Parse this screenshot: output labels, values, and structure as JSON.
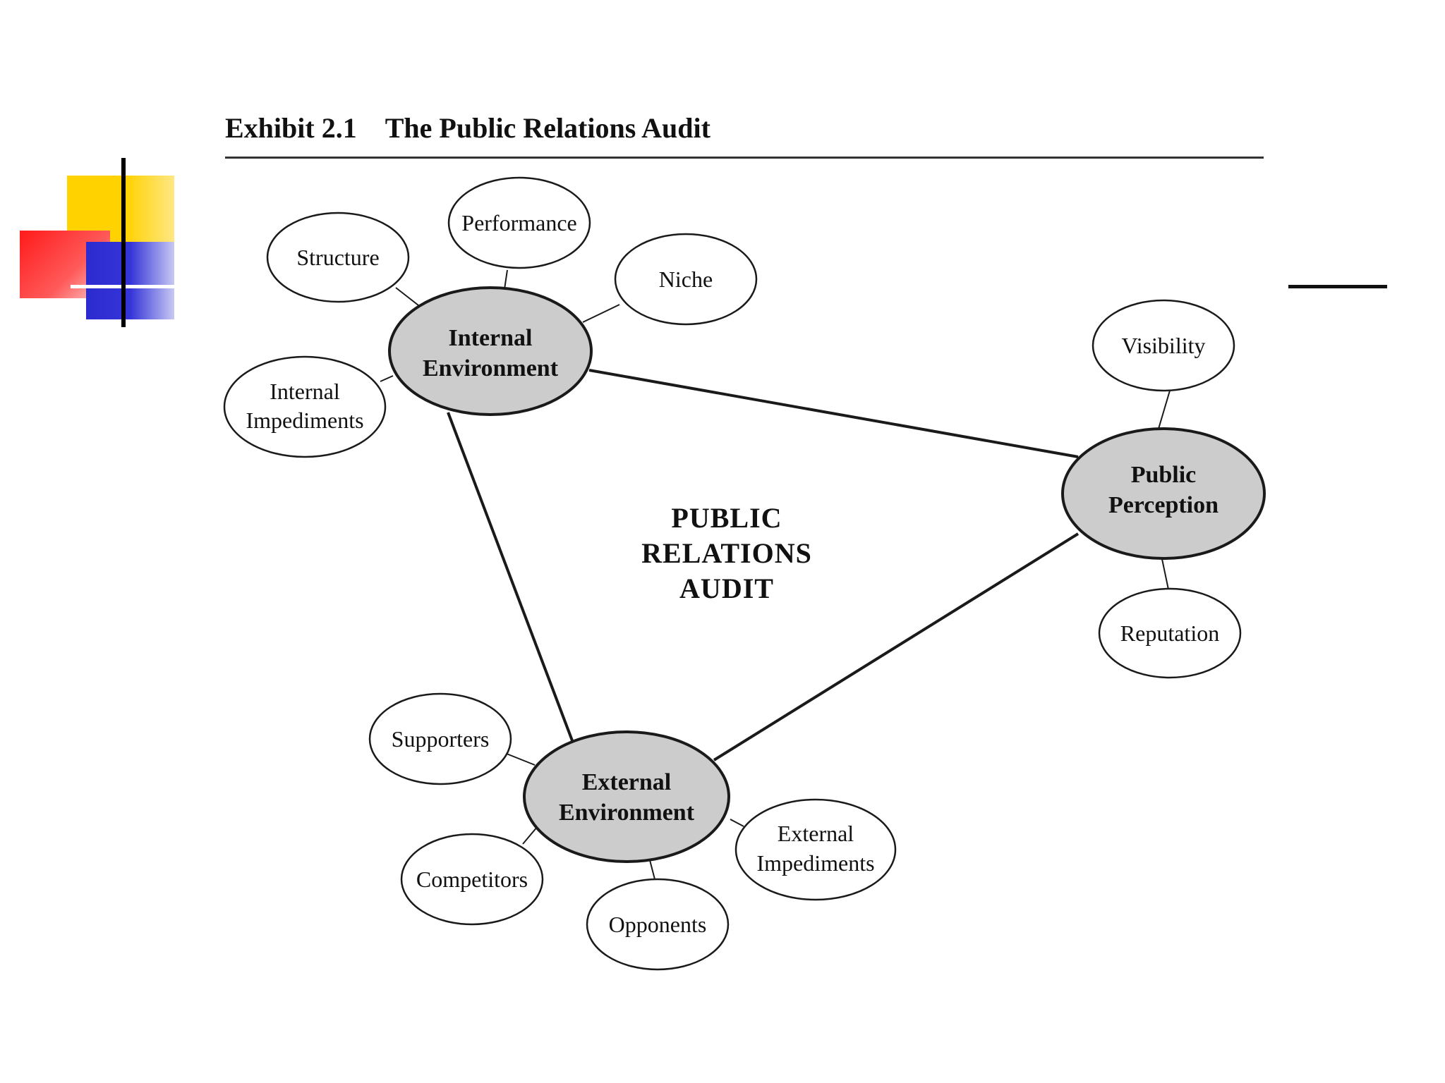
{
  "exhibit": {
    "number": "Exhibit 2.1",
    "title": "The Public Relations Audit"
  },
  "center_label": [
    "PUBLIC",
    "RELATIONS",
    "AUDIT"
  ],
  "hubs": {
    "internal": [
      "Internal",
      "Environment"
    ],
    "public": [
      "Public",
      "Perception"
    ],
    "external": [
      "External",
      "Environment"
    ]
  },
  "leaves": {
    "structure": [
      "Structure"
    ],
    "performance": [
      "Performance"
    ],
    "niche": [
      "Niche"
    ],
    "internal_impediments": [
      "Internal",
      "Impediments"
    ],
    "visibility": [
      "Visibility"
    ],
    "reputation": [
      "Reputation"
    ],
    "supporters": [
      "Supporters"
    ],
    "competitors": [
      "Competitors"
    ],
    "opponents": [
      "Opponents"
    ],
    "external_impediments": [
      "External",
      "Impediments"
    ]
  },
  "colors": {
    "hub_fill": "#cccccc",
    "leaf_fill": "#ffffff",
    "stroke": "#1a1a1a",
    "deco_yellow": "#ffd200",
    "deco_red": "#ff1a1a",
    "deco_blue": "#2b2bd0"
  }
}
